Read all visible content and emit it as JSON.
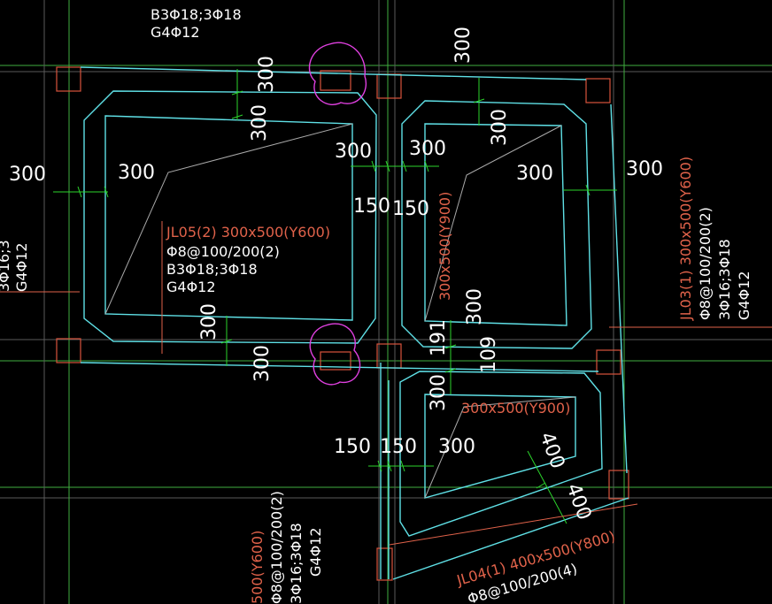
{
  "colors": {
    "background": "#000000",
    "beam_outline": "#5fe0e6",
    "column": "#d8543c",
    "dimension_line": "#2bd42b",
    "grid_green": "#3fae3f",
    "annotation_red": "#e0624a",
    "revision_cloud": "#e040e0",
    "text_white": "#ffffff"
  },
  "dimensions": {
    "d_top_left_a": "300",
    "d_top_left_b": "300",
    "d_top_right": "300",
    "d_top_right_inner": "300",
    "d_left_edge": "300",
    "d_left_inner": "300",
    "d_mid_top_left": "300",
    "d_mid_top_right": "300",
    "d_150_a": "150",
    "d_150_b": "150",
    "d_right_inner": "300",
    "d_right_edge": "300",
    "d_left_bottom_a": "300",
    "d_left_bottom_b": "300",
    "d_mid_vert": "300",
    "d_191": "191",
    "d_109": "109",
    "d_lower_300_a": "300",
    "d_lower_150_a": "150",
    "d_lower_150_b": "150",
    "d_lower_300_b": "300",
    "d_400_a": "400",
    "d_400_b": "400"
  },
  "annotations": {
    "top_partial_1": "B3Φ18;3Φ18",
    "top_partial_2": "G4Φ12",
    "left_partial_1": "3Φ16;3",
    "left_partial_2": "G4Φ12",
    "jl05_title": "JL05(2) 300x500(Y600)",
    "jl05_stirrup": "Φ8@100/200(2)",
    "jl05_bars": "B3Φ18;3Φ18",
    "jl05_side": "G4Φ12",
    "mid_vertical_red": "300x500(Y900)",
    "lower_red": "300x500(Y900)",
    "jl03_title": "JL03(1) 300x500(Y600)",
    "jl03_stirrup": "Φ8@100/200(2)",
    "jl03_bars": "3Φ16;3Φ18",
    "jl03_side": "G4Φ12",
    "bottom_red": "500(Y600)",
    "bottom_stirrup": "Φ8@100/200(2)",
    "bottom_bars": "3Φ16;3Φ18",
    "bottom_side": "G4Φ12",
    "jl04_title": "JL04(1) 400x500(Y800)",
    "jl04_stirrup": "Φ8@100/200(4)"
  }
}
